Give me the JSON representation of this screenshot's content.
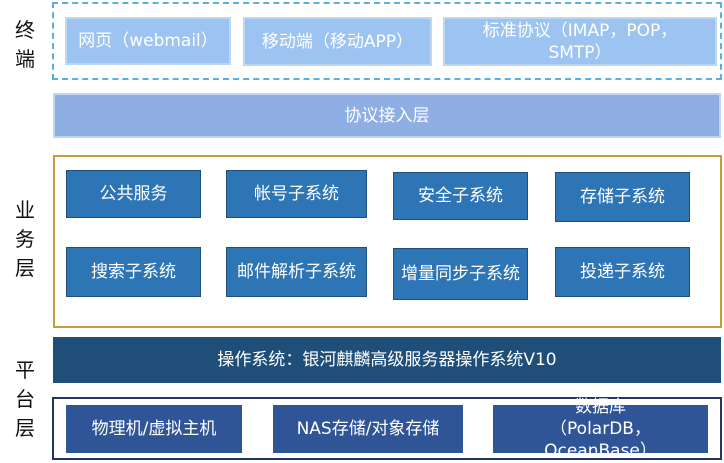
{
  "layers": {
    "terminal": {
      "label": "终端",
      "items": [
        "网页（webmail）",
        "移动端（移动APP）",
        "标准协议（IMAP，POP，SMTP）"
      ]
    },
    "protocol": {
      "label": "协议接入层"
    },
    "business": {
      "label": "业务层",
      "items": [
        "公共服务",
        "帐号子系统",
        "安全子系统",
        "存储子系统",
        "搜索子系统",
        "邮件解析子系统",
        "增量同步子系统",
        "投递子系统"
      ]
    },
    "platform": {
      "label": "平台层",
      "os": "操作系统：银河麒麟高级服务器操作系统V10",
      "items": [
        "物理机/虚拟主机",
        "NAS存储/对象存储",
        "数据库（PolarDB，OceanBase）"
      ]
    }
  },
  "colors": {
    "terminal": "#9dc3f0",
    "protocol": "#8faee4",
    "business": "#2e75b6",
    "os": "#1f4e79",
    "platform": "#2f5597",
    "business_border": "#c89b3c"
  }
}
